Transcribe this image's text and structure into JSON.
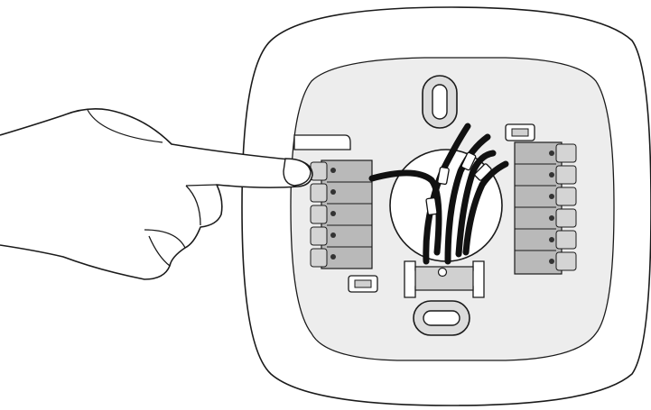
{
  "figure": {
    "subject": "thermostat-backplate-wiring",
    "palette": {
      "outline": "#1a1a1a",
      "plate": "#ffffff",
      "inner_plate": "#ededed",
      "terminal_dark": "#b9b9b9",
      "terminal_light": "#d4d4d4",
      "wire": "#111111",
      "hole": "#ffffff"
    },
    "icons": [
      "pointing-hand-icon",
      "wire-bundle-icon",
      "terminal-block-icon",
      "mounting-screw-slot-icon",
      "level-bubble-icon"
    ],
    "left_terminal_count": 5,
    "right_terminal_count": 6,
    "wire_count": 5
  }
}
